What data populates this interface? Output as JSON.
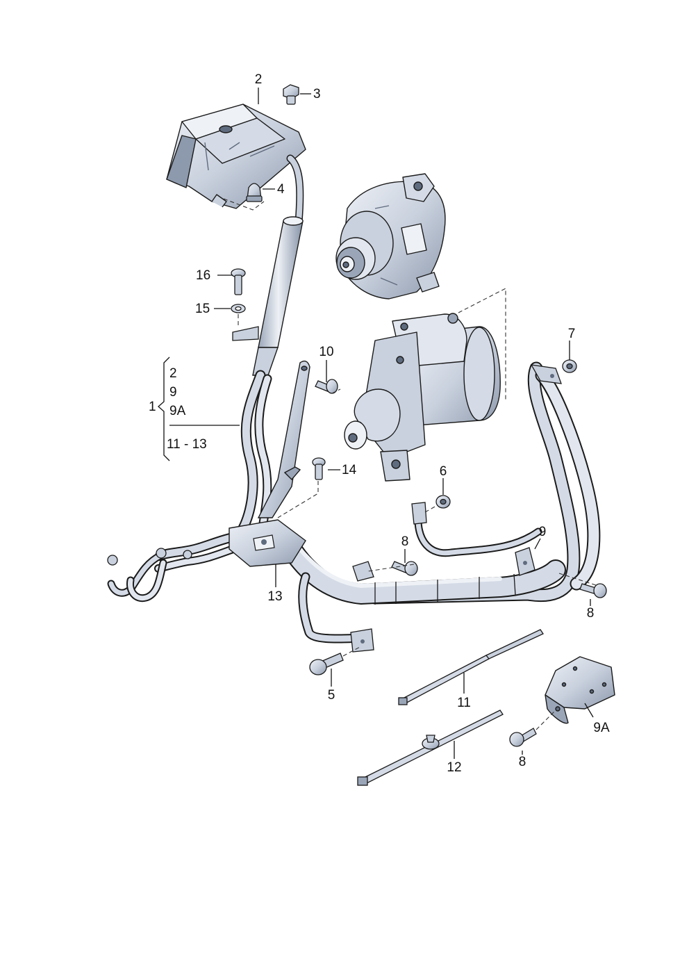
{
  "diagram": {
    "colors": {
      "background": "#ffffff",
      "part_fill": "#d4dbe6",
      "part_light": "#eef1f6",
      "part_shade": "#9aa6b8",
      "part_dark": "#5f6b7e",
      "outline": "#1a1a1a",
      "label": "#111111"
    },
    "labels": {
      "p2": "2",
      "p3": "3",
      "p4": "4",
      "p16": "16",
      "p15": "15",
      "p10": "10",
      "p7": "7",
      "group_qty": "1",
      "group_2": "2",
      "group_9": "9",
      "group_9a": "9A",
      "group_range": "11 - 13",
      "p14": "14",
      "p6": "6",
      "p9": "9",
      "p8_center": "8",
      "p8_right": "8",
      "p13": "13",
      "p5": "5",
      "p11": "11",
      "p9a": "9A",
      "p12": "12",
      "p8_bottom": "8"
    },
    "parts": [
      "fuse-box",
      "bolt",
      "nut",
      "alternator",
      "starter-motor",
      "wiring-harness",
      "earth-strap",
      "cable-tie",
      "cable-tie-with-clip",
      "bracket",
      "screw",
      "washer"
    ]
  }
}
